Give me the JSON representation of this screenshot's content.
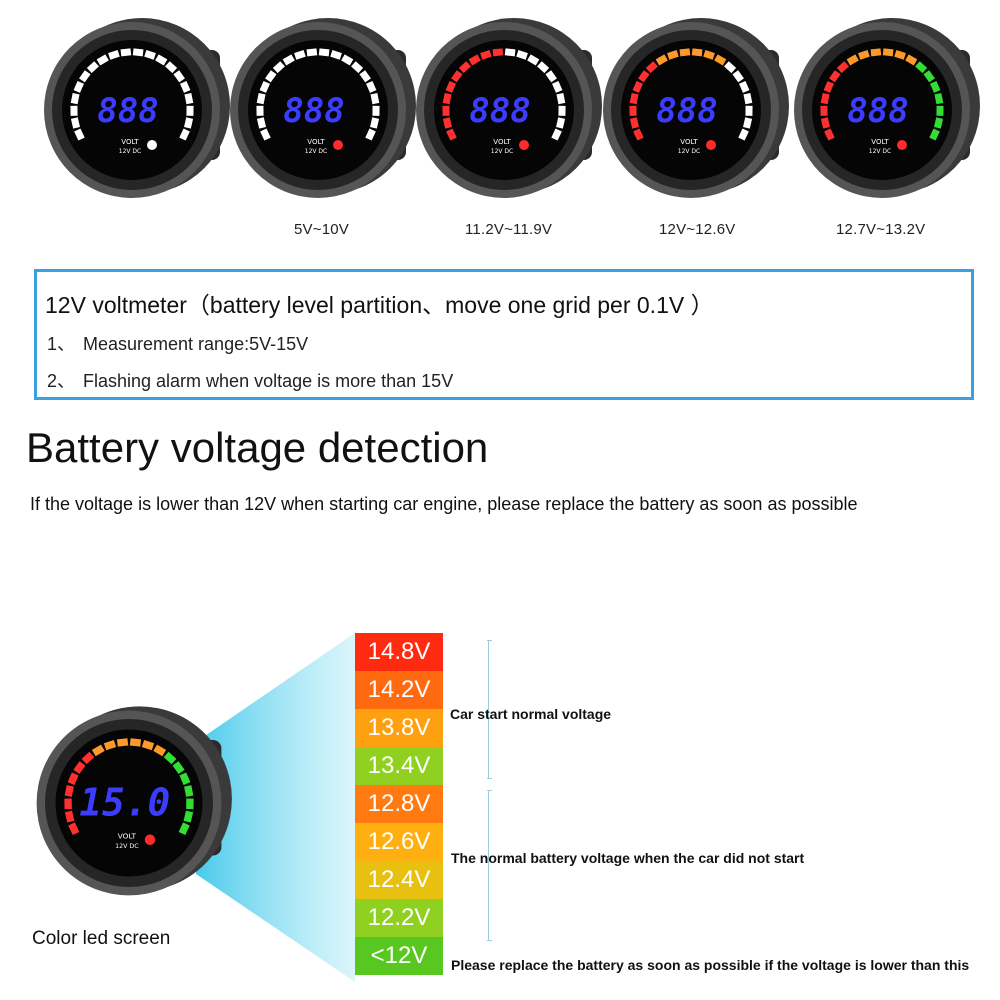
{
  "gauges": [
    {
      "caption": "",
      "display": "888",
      "label_top": "VOLT",
      "label_bottom": "12V DC",
      "segment_colors": [
        "#ffffff"
      ],
      "indicator_color": "#ffffff"
    },
    {
      "caption": "5V~10V",
      "display": "888",
      "label_top": "VOLT",
      "label_bottom": "12V DC",
      "segment_colors": [
        "#ffffff"
      ],
      "indicator_color": "#ff2a2a"
    },
    {
      "caption": "11.2V~11.9V",
      "display": "888",
      "label_top": "VOLT",
      "label_bottom": "12V DC",
      "segment_colors": [
        "#ff3030",
        "#ffffff"
      ],
      "indicator_color": "#ff2a2a"
    },
    {
      "caption": "12V~12.6V",
      "display": "888",
      "label_top": "VOLT",
      "label_bottom": "12V DC",
      "segment_colors": [
        "#ff3030",
        "#ff9a2a",
        "#ffffff"
      ],
      "indicator_color": "#ff2a2a"
    },
    {
      "caption": "12.7V~13.2V",
      "display": "888",
      "label_top": "VOLT",
      "label_bottom": "12V DC",
      "segment_colors": [
        "#ff3030",
        "#ff9a2a",
        "#33dd33"
      ],
      "indicator_color": "#ff2a2a"
    }
  ],
  "info": {
    "title": "12V voltmeter（battery level partition、move one grid per 0.1V ）",
    "items": [
      {
        "num": "1、",
        "text": "Measurement range:5V-15V"
      },
      {
        "num": "2、",
        "text": "Flashing alarm when voltage is more than 15V"
      }
    ]
  },
  "heading": "Battery voltage detection",
  "subheading": "If the voltage is lower than 12V when starting car engine, please replace the battery as soon as possible",
  "big_gauge": {
    "display": "15.0",
    "label_top": "VOLT",
    "label_bottom": "12V DC"
  },
  "screen_label": "Color led screen",
  "scale": [
    {
      "label": "14.8V",
      "color": "#ff2a10"
    },
    {
      "label": "14.2V",
      "color": "#ff6a10"
    },
    {
      "label": "13.8V",
      "color": "#ffa010"
    },
    {
      "label": "13.4V",
      "color": "#8fd020"
    },
    {
      "label": "12.8V",
      "color": "#ff7a10"
    },
    {
      "label": "12.6V",
      "color": "#ffb010"
    },
    {
      "label": "12.4V",
      "color": "#e8c010"
    },
    {
      "label": "12.2V",
      "color": "#8fd020"
    },
    {
      "label": "<12V",
      "color": "#58c820"
    }
  ],
  "notes": {
    "start": "Car start normal voltage",
    "normal": "The normal battery voltage when the car did not start",
    "replace": "Please replace the battery as soon as possible if the voltage is lower than this"
  }
}
